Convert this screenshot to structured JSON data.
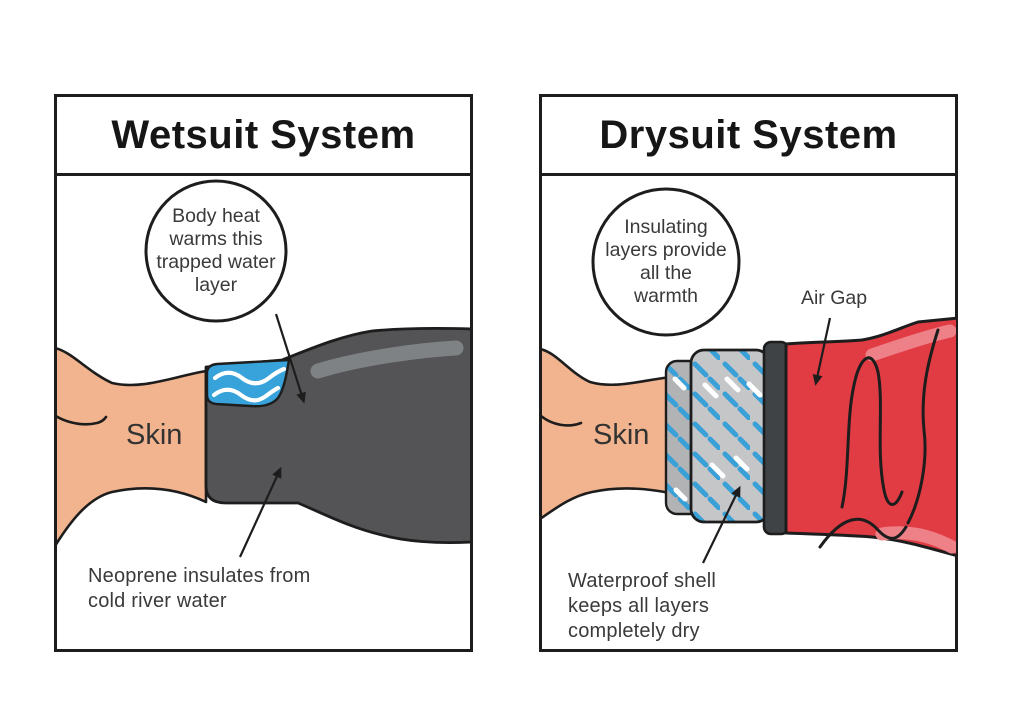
{
  "panels": {
    "wetsuit": {
      "title": "Wetsuit System",
      "callout": {
        "lines": [
          "Body heat",
          "warms this",
          "trapped water",
          "layer"
        ]
      },
      "skin_label": "Skin",
      "caption": {
        "lines": [
          "Neoprene insulates from",
          "cold river water"
        ]
      }
    },
    "drysuit": {
      "title": "Drysuit System",
      "callout": {
        "lines": [
          "Insulating",
          "layers provide",
          "all the",
          "warmth"
        ]
      },
      "skin_label": "Skin",
      "air_gap_label": "Air Gap",
      "caption": {
        "lines": [
          "Waterproof shell",
          "keeps all layers",
          "completely dry"
        ]
      }
    }
  },
  "colors": {
    "paper": "#ffffff",
    "ink": "#1d1d1d",
    "title": "#161616",
    "text": "#3a3a3a",
    "skin": "#F2B48E",
    "wetsuit": "#545456",
    "wetsuit_highlight": "#7F8284",
    "water_blue": "#38A3DA",
    "wave_white": "#ffffff",
    "insulation_front": "#C5C6C8",
    "insulation_back": "#B2B3B5",
    "dash_blue": "#3AA0D8",
    "dash_white": "#ffffff",
    "seal_dark": "#3F4346",
    "shell_red": "#E13B44",
    "shell_highlight": "#EE8088"
  }
}
